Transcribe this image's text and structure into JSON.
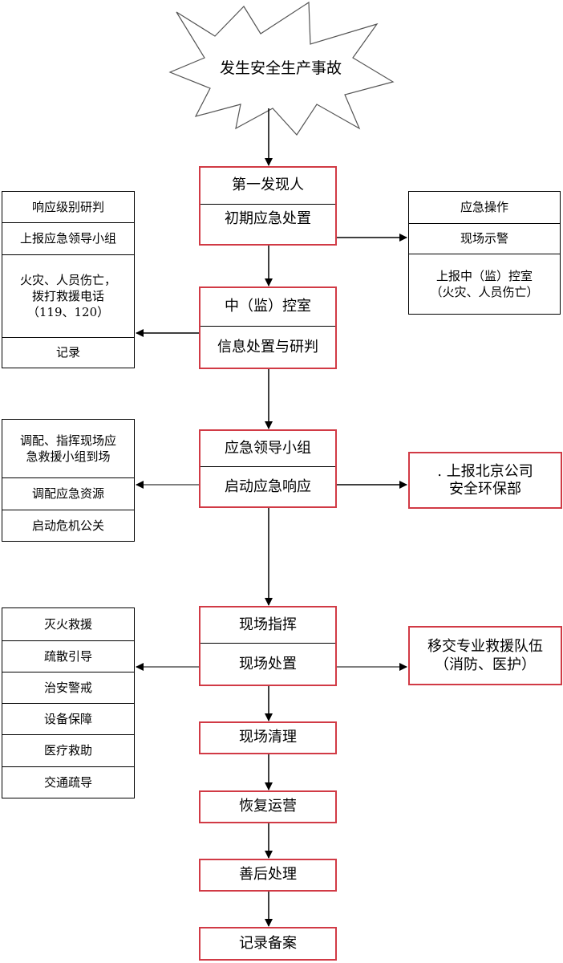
{
  "start": {
    "label": "发生安全生产事故"
  },
  "steps": [
    {
      "title": "第一发现人",
      "subtitle": "初期应急处置"
    },
    {
      "title": "中（监）控室",
      "subtitle": "信息处置与研判"
    },
    {
      "title": "应急领导小组",
      "subtitle": "启动应急响应"
    },
    {
      "title": "现场指挥",
      "subtitle": "现场处置"
    },
    {
      "title": "现场清理"
    },
    {
      "title": "恢复运营"
    },
    {
      "title": "善后处理"
    },
    {
      "title": "记录备案"
    }
  ],
  "right_boxes": {
    "first_finder": [
      "应急操作",
      "现场示警",
      "上报中（监）控室\n（火灾、人员伤亡）"
    ],
    "leader_report": ". 上报北京公司\n安全环保部",
    "handover": "移交专业救援队伍\n（消防、医护）"
  },
  "left_boxes": {
    "control_room": [
      "响应级别研判",
      "上报应急领导小组",
      "火灾、人员伤亡，\n拨打救援电话\n（119、120）",
      "记录"
    ],
    "leader": [
      "调配、指挥现场应\n急救援小组到场",
      "调配应急资源",
      "启动危机公关"
    ],
    "onsite": [
      "灭火救援",
      "疏散引导",
      "治安警戒",
      "设备保障",
      "医疗救助",
      "交通疏导"
    ]
  },
  "colors": {
    "accent_border": "#d13a45",
    "line": "#000000"
  }
}
